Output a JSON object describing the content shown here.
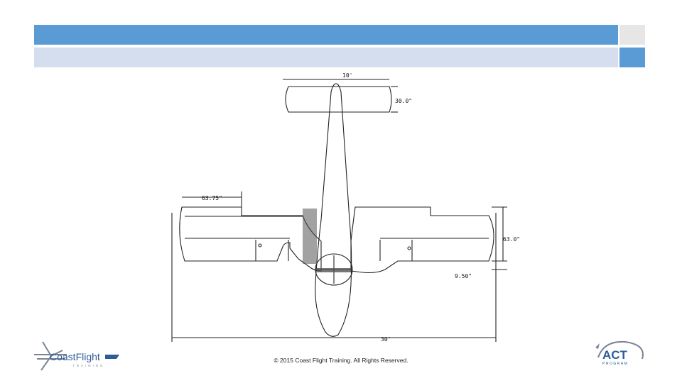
{
  "dimensions": {
    "tail_span": "10'",
    "tail_chord": "30.0\"",
    "aileron_length": "63.75\"",
    "wing_chord": "63.0\"",
    "wing_tip_offset": "9.50\"",
    "wing_span": "30'"
  },
  "footer": {
    "copyright": "© 2015 Coast Flight Training. All Rights Reserved."
  },
  "logos": {
    "left_main": "CoastFlight",
    "left_sub": "TRAINING",
    "right_main": "ACT",
    "right_sub": "PROGRAM"
  },
  "colors": {
    "header_blue": "#5b9bd5",
    "header_light": "#d4deef",
    "header_gray": "#e6e6e6"
  }
}
